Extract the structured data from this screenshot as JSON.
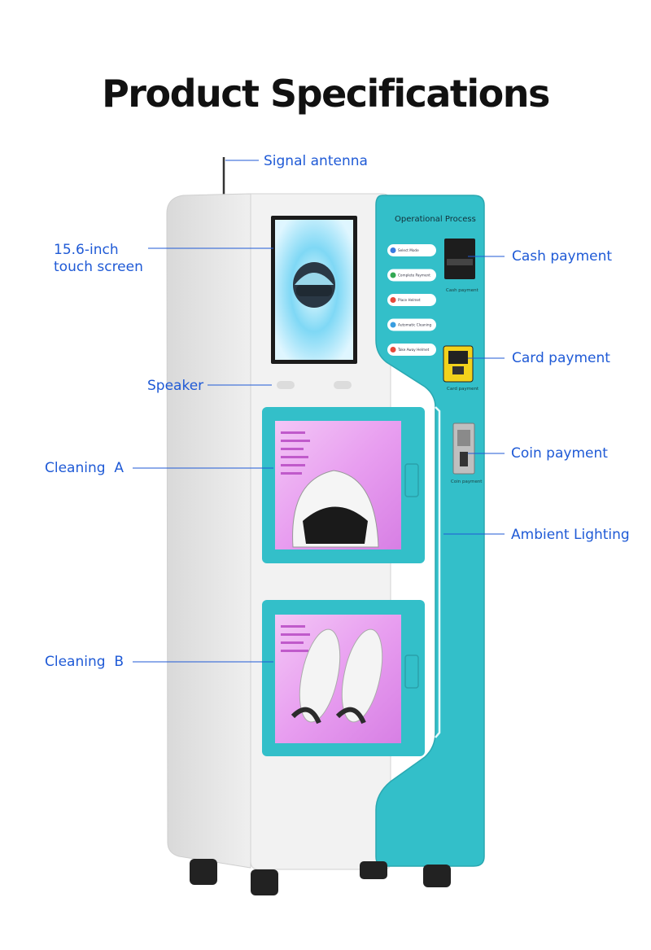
{
  "title": "Product Specifications",
  "labels": {
    "signal_antenna": "Signal antenna",
    "touch_screen": [
      "15.6-inch",
      "touch screen"
    ],
    "speaker": "Speaker",
    "cleaning_a": "Cleaning  A",
    "cleaning_b": "Cleaning  B",
    "cash_payment": "Cash payment",
    "card_payment": "Card payment",
    "coin_payment": "Coin payment",
    "ambient_lighting": "Ambient Lighting"
  },
  "panel": {
    "title": "Operational Process",
    "steps": [
      "Select Mode",
      "Complete Payment",
      "Place Helmet",
      "Automatic Cleaning",
      "Take Away Helmet"
    ],
    "cash_caption": "Cash payment",
    "card_caption": "Card payment",
    "coin_caption": "Coin payment"
  },
  "colors": {
    "label": "#1f5ad6",
    "teal": "#33bfc9",
    "cabinet": "#ececec",
    "uv_light": "#e8a8f0"
  }
}
